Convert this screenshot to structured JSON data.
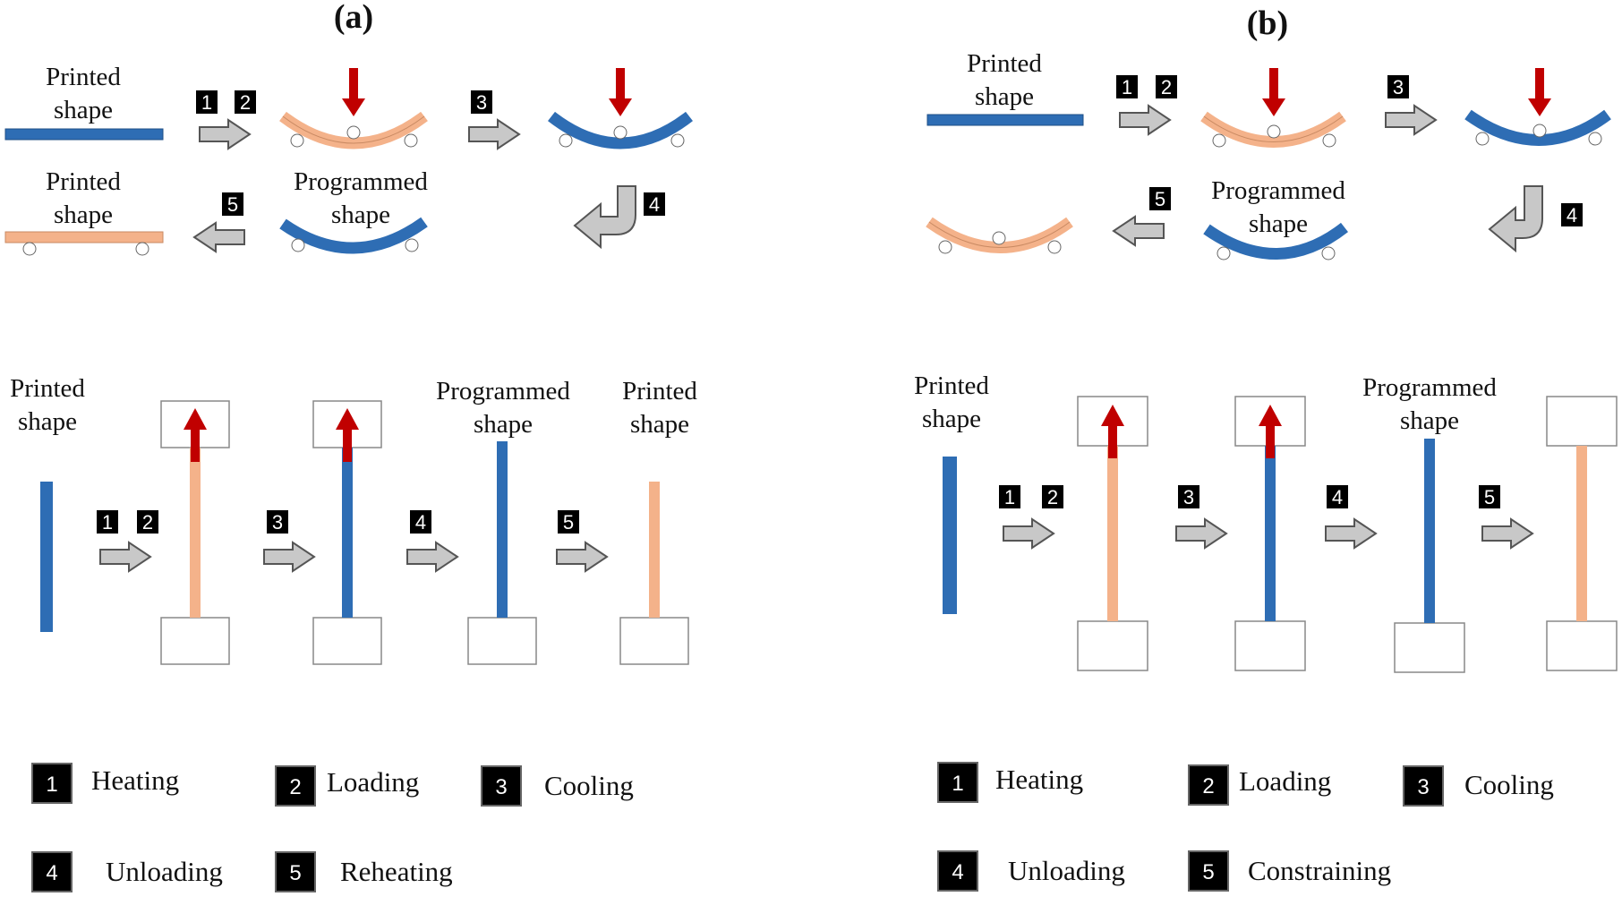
{
  "panels": {
    "a": {
      "title": "(a)"
    },
    "b": {
      "title": "(b)"
    }
  },
  "labels": {
    "printed_line1": "Printed",
    "printed_line2": "shape",
    "programmed_line1": "Programmed",
    "programmed_line2": "shape"
  },
  "steps": {
    "s1": "1",
    "s2": "2",
    "s3": "3",
    "s4": "4",
    "s5": "5"
  },
  "legend": {
    "a": {
      "l1": "Heating",
      "l2": "Loading",
      "l3": "Cooling",
      "l4": "Unloading",
      "l5": "Reheating"
    },
    "b": {
      "l1": "Heating",
      "l2": "Loading",
      "l3": "Cooling",
      "l4": "Unloading",
      "l5": "Constraining"
    }
  },
  "colors": {
    "blue": "#2e6db4",
    "orange": "#f4b28a",
    "red_arrow": "#c00000",
    "grey_arrow": "#c8c8c8",
    "badge": "#000000"
  }
}
